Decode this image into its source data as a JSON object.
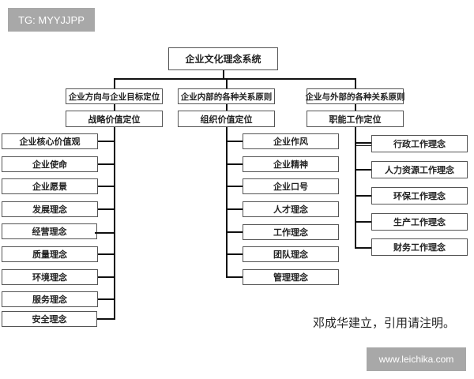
{
  "watermarks": {
    "top_left": "TG: MYYJJPP",
    "bottom_right": "www.leichika.com"
  },
  "credit": "邓成华建立，引用请注明。",
  "root": {
    "label": "企业文化理念系统"
  },
  "branches": [
    {
      "level1": "企业方向与企业目标定位",
      "level2": "战略价值定位",
      "children": [
        "企业核心价值观",
        "企业使命",
        "企业愿景",
        "发展理念",
        "经营理念",
        "质量理念",
        "环境理念",
        "服务理念",
        "安全理念"
      ]
    },
    {
      "level1": "企业内部的各种关系原则",
      "level2": "组织价值定位",
      "children": [
        "企业作风",
        "企业精神",
        "企业口号",
        "人才理念",
        "工作理念",
        "团队理念",
        "管理理念"
      ]
    },
    {
      "level1": "企业与外部的各种关系原则",
      "level2": "职能工作定位",
      "children": [
        "行政工作理念",
        "人力资源工作理念",
        "环保工作理念",
        "生产工作理念",
        "财务工作理念"
      ]
    }
  ]
}
